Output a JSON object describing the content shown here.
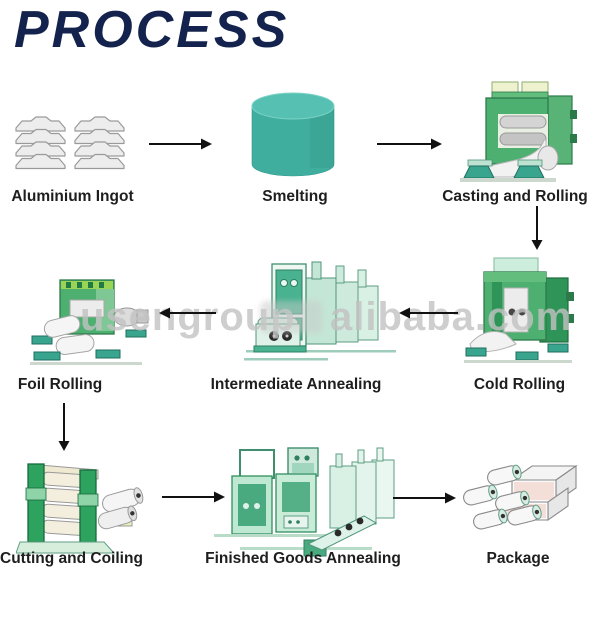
{
  "title": "PROCESS",
  "watermark": {
    "left": "usengroup",
    "right": "alibaba.com"
  },
  "steps": [
    {
      "id": "aluminium-ingot",
      "label": "Aluminium Ingot"
    },
    {
      "id": "smelting",
      "label": "Smelting"
    },
    {
      "id": "casting-rolling",
      "label": "Casting and Rolling"
    },
    {
      "id": "cold-rolling",
      "label": "Cold Rolling"
    },
    {
      "id": "intermediate-annealing",
      "label": "Intermediate Annealing"
    },
    {
      "id": "foil-rolling",
      "label": "Foil Rolling"
    },
    {
      "id": "cutting-coiling",
      "label": "Cutting and Coiling"
    },
    {
      "id": "finished-goods-annealing",
      "label": "Finished Goods Annealing"
    },
    {
      "id": "package",
      "label": "Package"
    }
  ],
  "arrows": [
    {
      "from": "aluminium-ingot",
      "to": "smelting",
      "direction": "right"
    },
    {
      "from": "smelting",
      "to": "casting-rolling",
      "direction": "right"
    },
    {
      "from": "casting-rolling",
      "to": "cold-rolling",
      "direction": "down"
    },
    {
      "from": "cold-rolling",
      "to": "intermediate-annealing",
      "direction": "left"
    },
    {
      "from": "intermediate-annealing",
      "to": "foil-rolling",
      "direction": "left"
    },
    {
      "from": "foil-rolling",
      "to": "cutting-coiling",
      "direction": "down"
    },
    {
      "from": "cutting-coiling",
      "to": "finished-goods-annealing",
      "direction": "right"
    },
    {
      "from": "finished-goods-annealing",
      "to": "package",
      "direction": "right"
    }
  ],
  "colors": {
    "title": "#14234d",
    "machine_green": "#4db071",
    "machine_dark_green": "#2c7a4a",
    "smelting_teal": "#3fae9f",
    "annealing_mint": "#c9ecd9",
    "label_text": "#1e1e1e",
    "watermark_gray": "#c2c2c2",
    "arrow_black": "#111111"
  }
}
